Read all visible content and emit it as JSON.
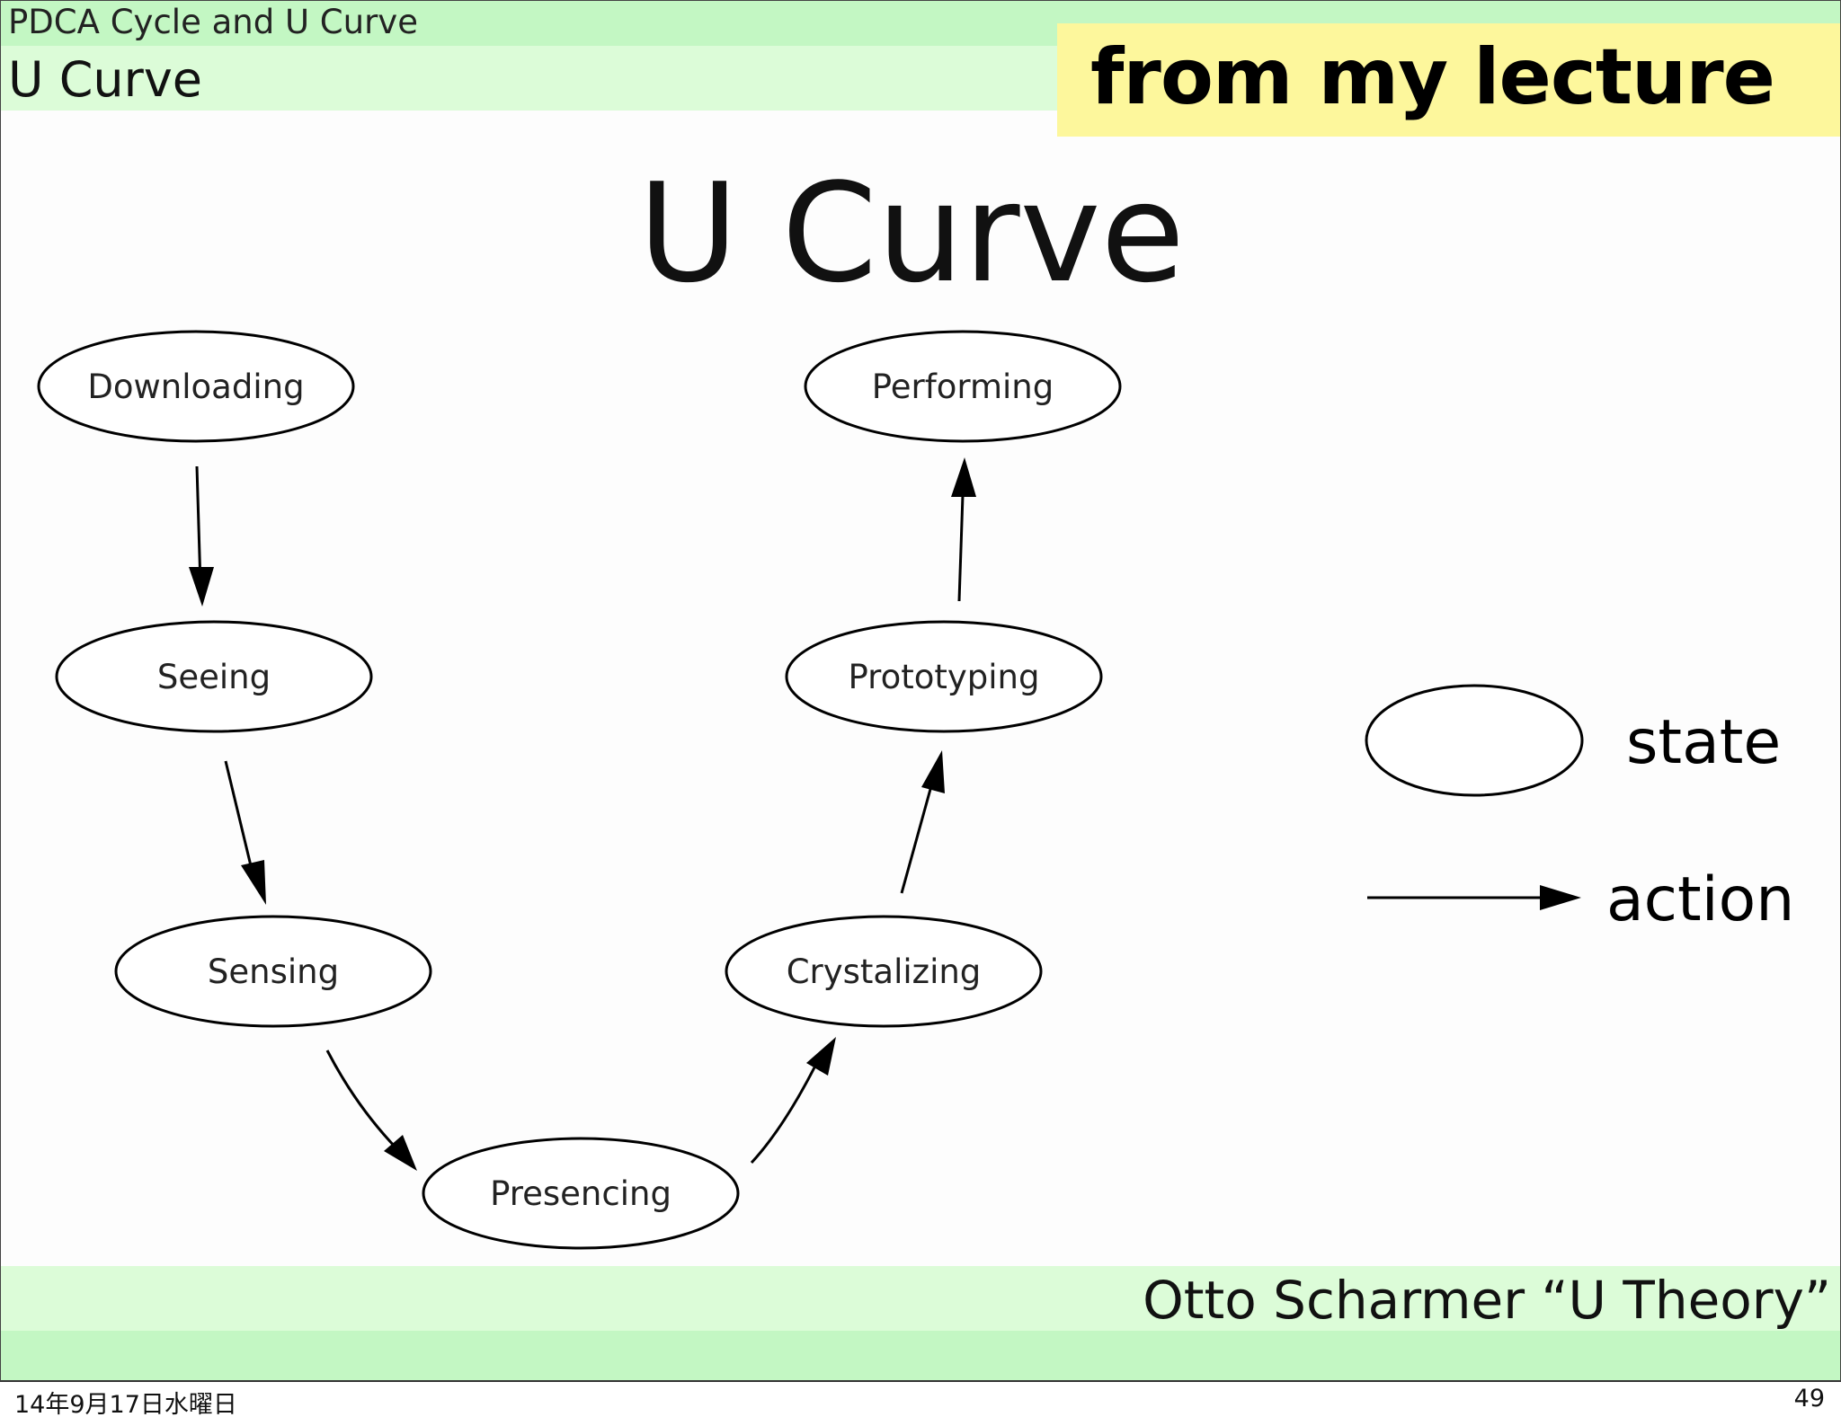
{
  "header": {
    "section_title": "PDCA Cycle and U Curve",
    "subtitle": "U Curve",
    "banner": "from my lecture"
  },
  "main_title": "U Curve",
  "diagram": {
    "nodes": [
      {
        "id": "downloading",
        "label": "Downloading"
      },
      {
        "id": "seeing",
        "label": "Seeing"
      },
      {
        "id": "sensing",
        "label": "Sensing"
      },
      {
        "id": "presencing",
        "label": "Presencing"
      },
      {
        "id": "crystalizing",
        "label": "Crystalizing"
      },
      {
        "id": "prototyping",
        "label": "Prototyping"
      },
      {
        "id": "performing",
        "label": "Performing"
      }
    ],
    "edges": [
      {
        "from": "downloading",
        "to": "seeing"
      },
      {
        "from": "seeing",
        "to": "sensing"
      },
      {
        "from": "sensing",
        "to": "presencing"
      },
      {
        "from": "presencing",
        "to": "crystalizing"
      },
      {
        "from": "crystalizing",
        "to": "prototyping"
      },
      {
        "from": "prototyping",
        "to": "performing"
      }
    ],
    "legend": {
      "state_label": "state",
      "action_label": "action"
    }
  },
  "footer": {
    "citation": "Otto Scharmer “U Theory”",
    "date": "14年9月17日水曜日",
    "page_number": "49"
  }
}
